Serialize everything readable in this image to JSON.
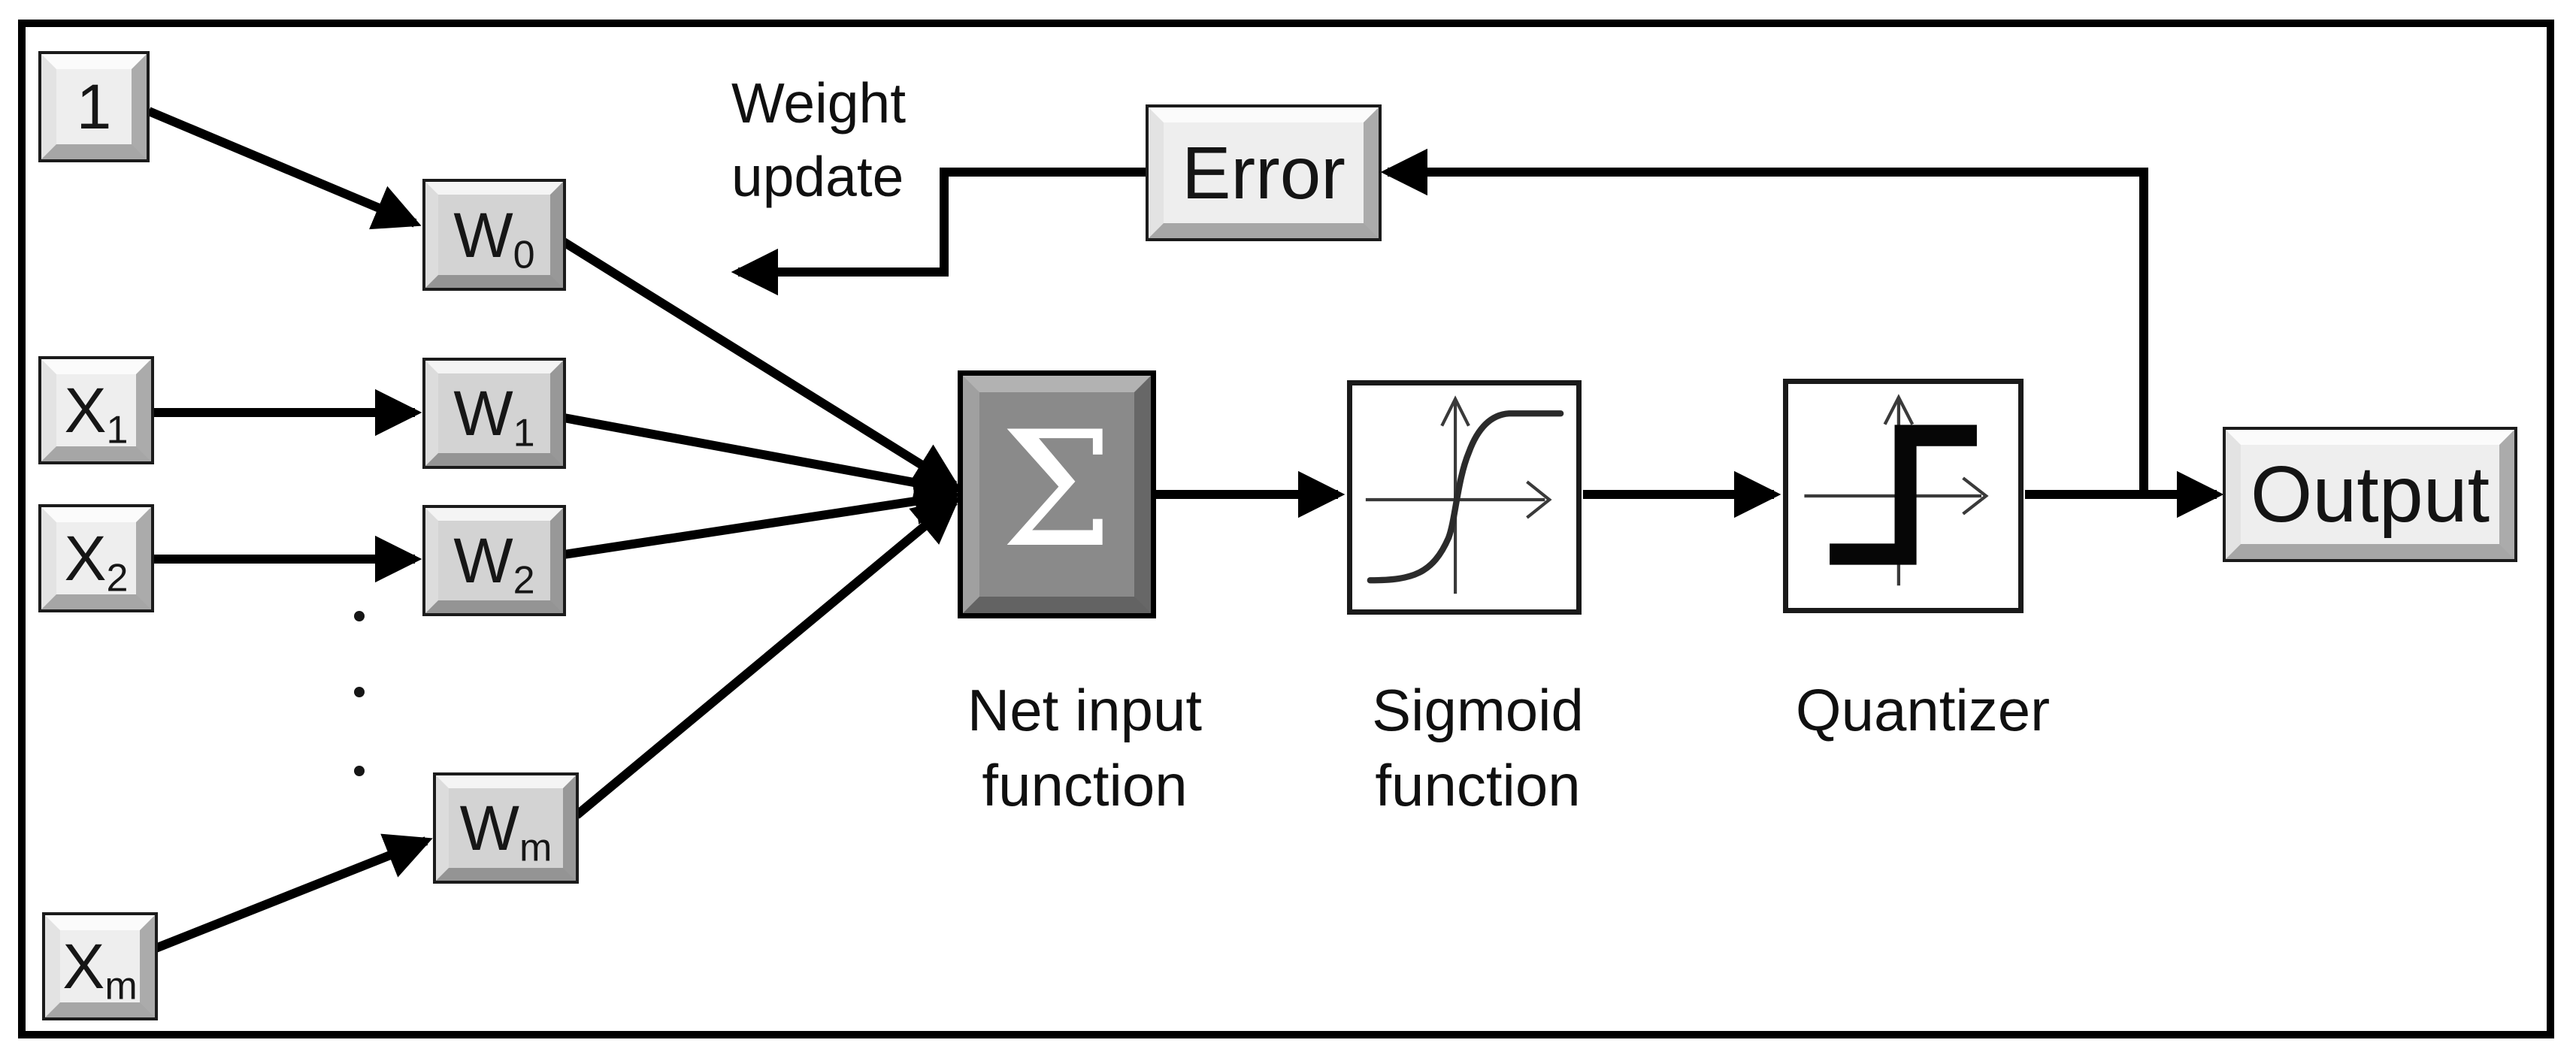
{
  "figure": {
    "type": "neural-network-block-diagram",
    "description_visible_text_only": true
  },
  "nodes": {
    "bias": {
      "label": "1"
    },
    "inputs": [
      {
        "label": "X",
        "sub": "1"
      },
      {
        "label": "X",
        "sub": "2"
      },
      {
        "label": "X",
        "sub": "m"
      }
    ],
    "weights": [
      {
        "label": "W",
        "sub": "0"
      },
      {
        "label": "W",
        "sub": "1"
      },
      {
        "label": "W",
        "sub": "2"
      },
      {
        "label": "W",
        "sub": "m"
      }
    ],
    "summation": {
      "symbol": "Σ",
      "caption": [
        "Net input",
        "function"
      ]
    },
    "sigmoid": {
      "caption": [
        "Sigmoid",
        "function"
      ]
    },
    "quantizer": {
      "caption": [
        "Quantizer"
      ]
    },
    "output": {
      "label": "Output"
    },
    "error": {
      "label": "Error"
    },
    "weight_update": {
      "lines": [
        "Weight",
        "update"
      ]
    }
  },
  "ellipsis": [
    "·",
    "·",
    "·"
  ],
  "colors": {
    "background": "#ffffff",
    "line": "#000000",
    "light_box_fill": "#eeeeee",
    "weight_box_fill": "#d3d3d3",
    "sum_box_fill": "#8a8a8a",
    "sum_symbol": "#ffffff",
    "text": "#101010"
  }
}
